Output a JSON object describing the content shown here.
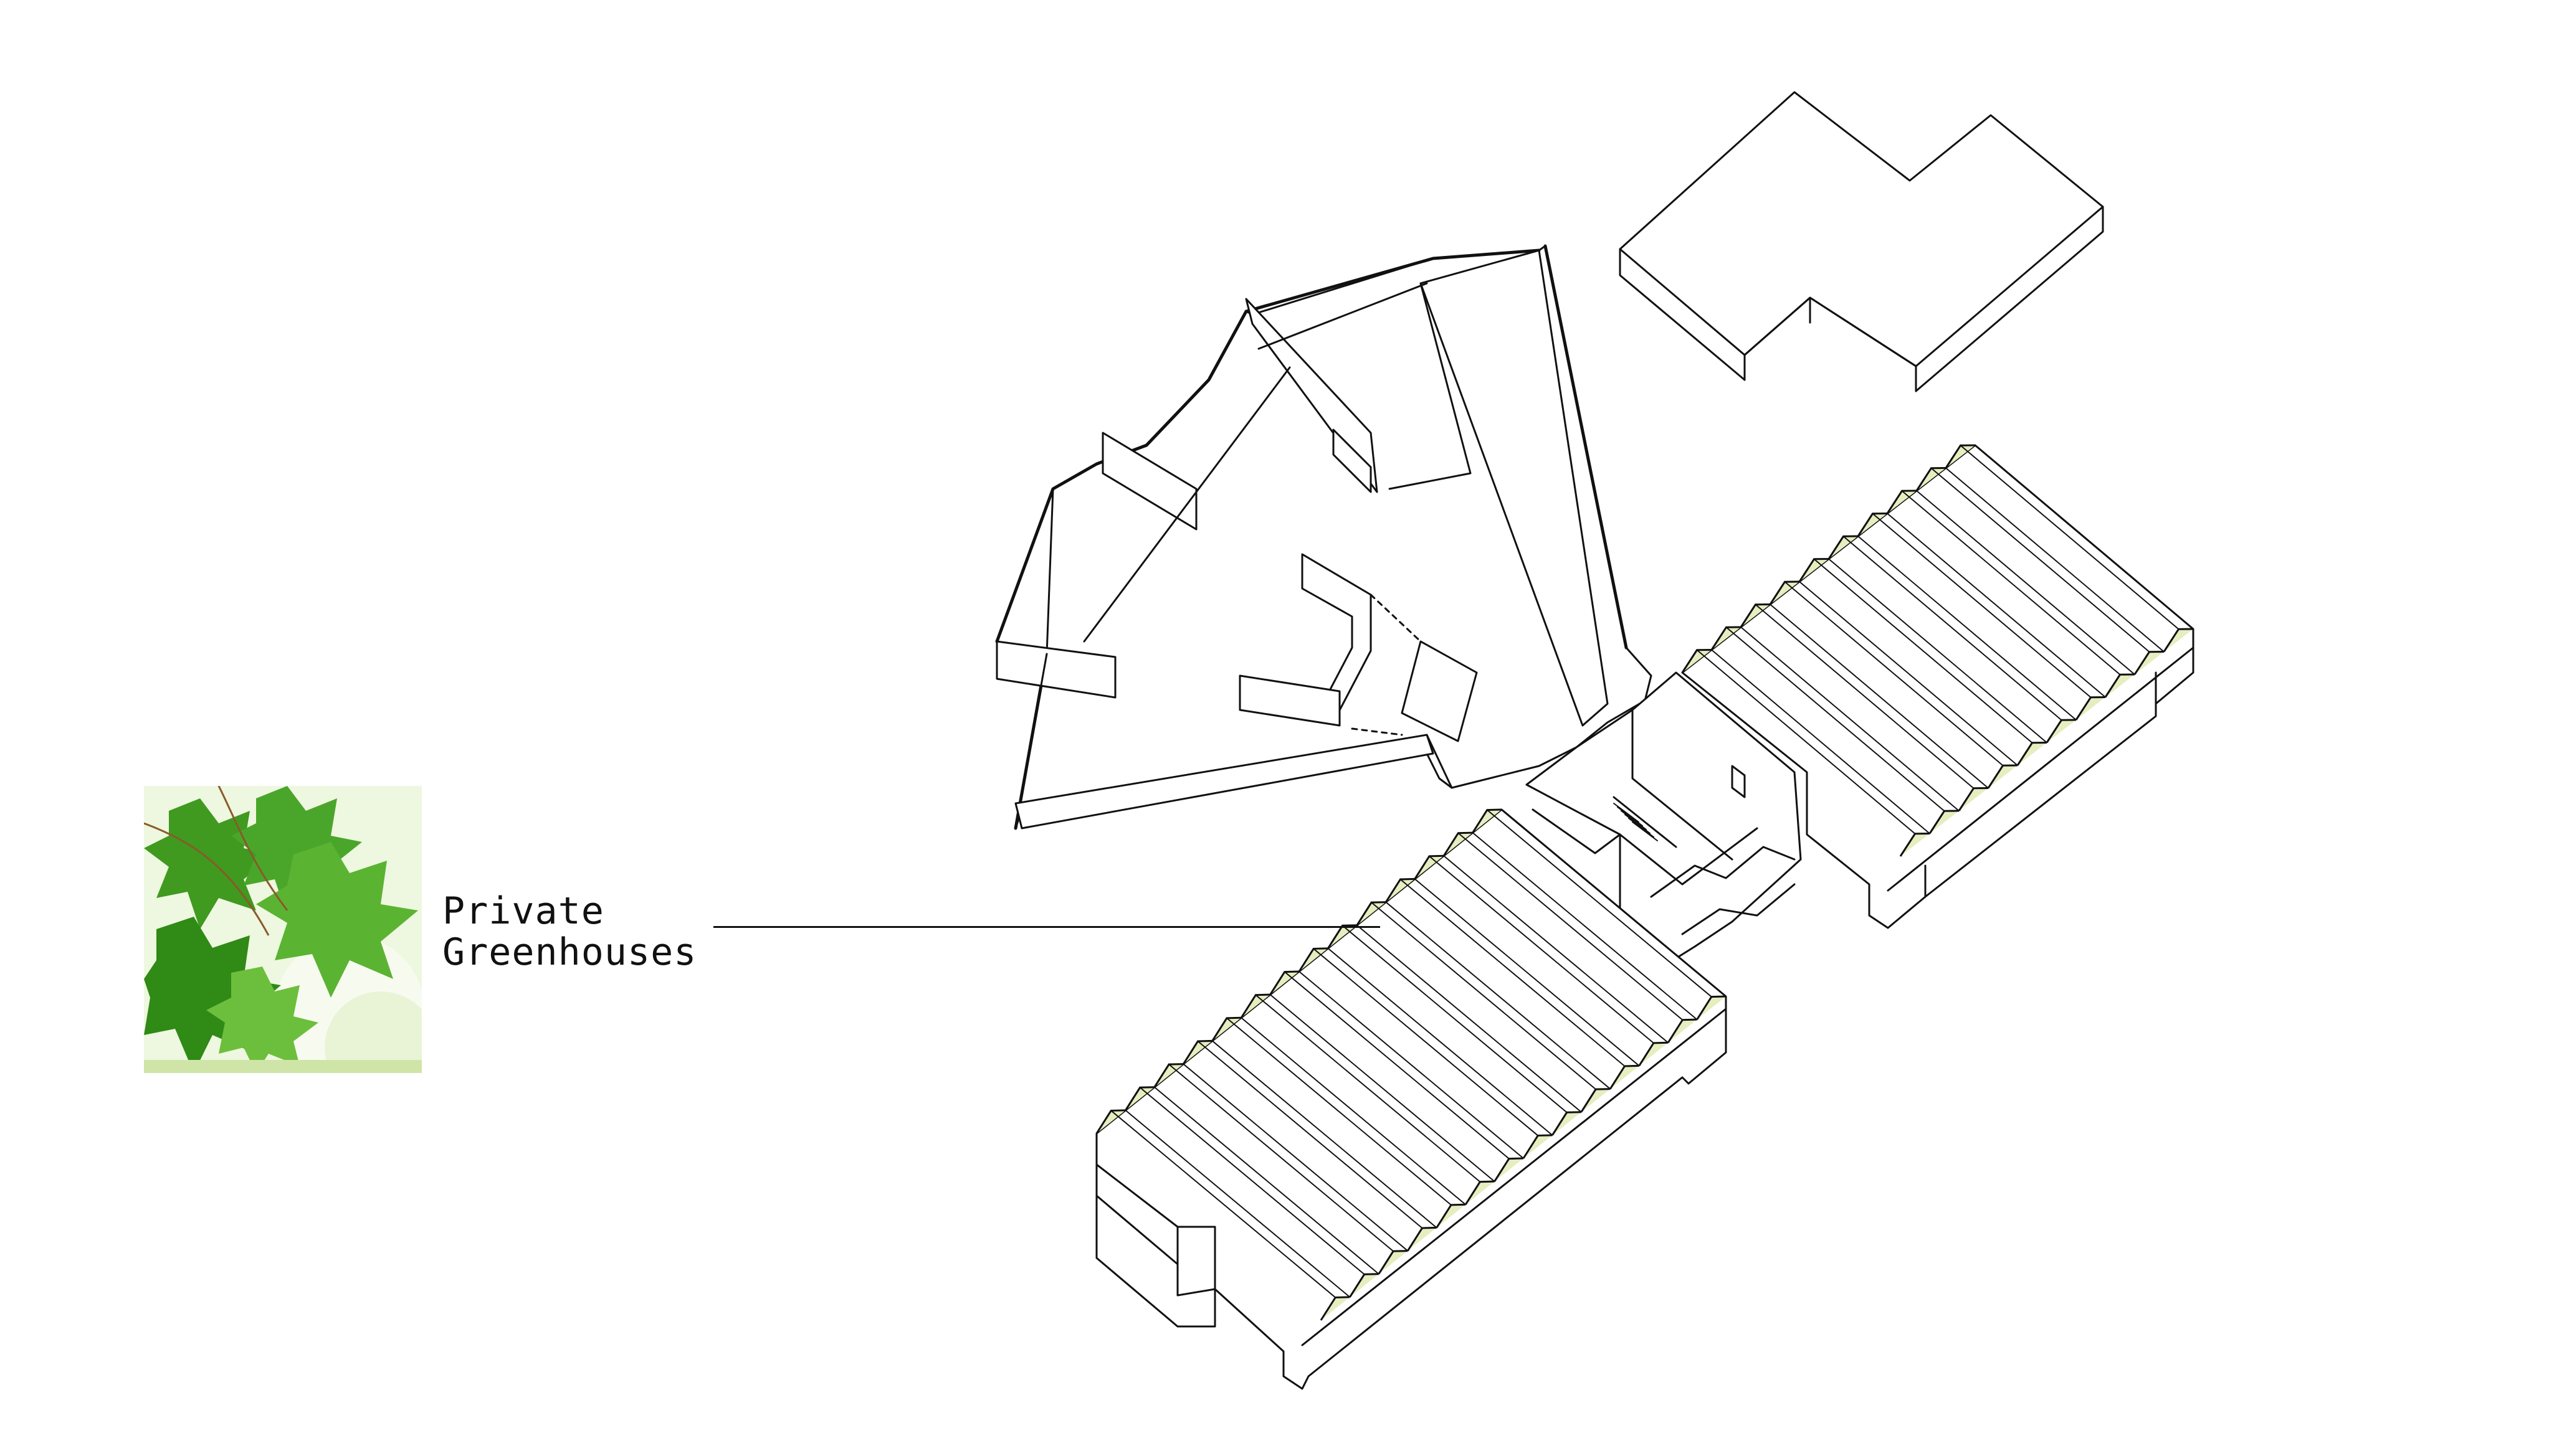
{
  "legend": {
    "swatch_icon": "maple-leaves-photo",
    "label_line1": "Private",
    "label_line2": "Greenhouses"
  },
  "colors": {
    "greenhouse_fill": "#e6edbf",
    "line": "#111111",
    "background": "#ffffff",
    "leaf_dark": "#3f9a1f",
    "leaf_light": "#8ed04a"
  }
}
